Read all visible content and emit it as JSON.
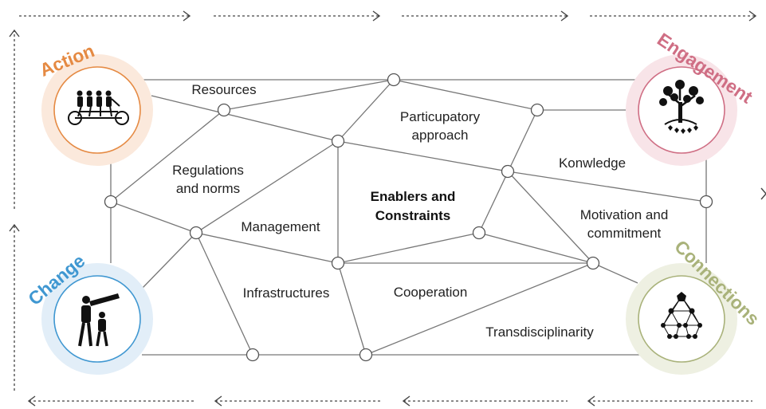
{
  "center_title": [
    "Enablers and",
    "Constraints"
  ],
  "edge_labels": {
    "resources": "Resources",
    "participatory": [
      "Particupatory",
      "approach"
    ],
    "knowledge": "Konwledge",
    "regulations": [
      "Regulations",
      "and norms"
    ],
    "management": "Management",
    "motivation": [
      "Motivation and",
      "commitment"
    ],
    "infrastructures": "Infrastructures",
    "cooperation": "Cooperation",
    "transdisciplinarity": "Transdisciplinarity"
  },
  "corners": {
    "action": {
      "title": "Action",
      "color": "#e58a43",
      "bg": "#fbe9dc",
      "icon": "tandem-bicycle-icon"
    },
    "engagement": {
      "title": "Engagement",
      "color": "#cf6e84",
      "bg": "#f8e4e8",
      "icon": "tree-of-hearts-icon"
    },
    "change": {
      "title": "Change",
      "color": "#3f97d1",
      "bg": "#e2eef8",
      "icon": "telescope-people-icon"
    },
    "connections": {
      "title": "Connections",
      "color": "#a9b27a",
      "bg": "#eef0e2",
      "icon": "network-pyramid-icon"
    }
  }
}
